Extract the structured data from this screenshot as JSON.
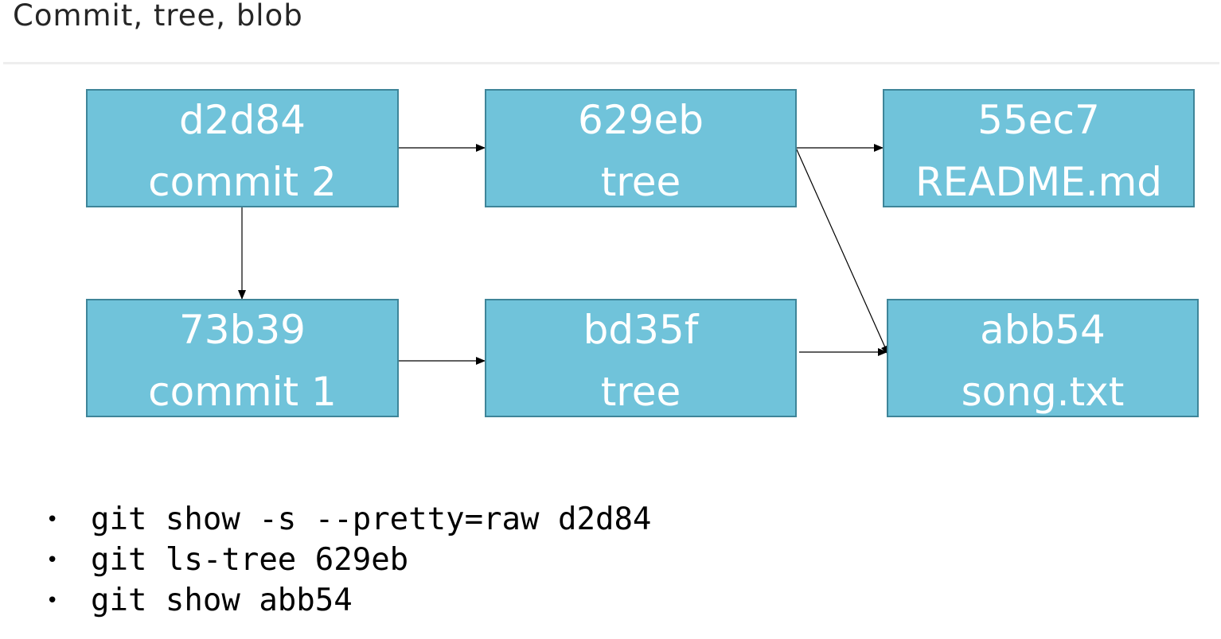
{
  "title": "Commit, tree, blob",
  "colors": {
    "node_fill": "#70c3da",
    "node_border": "#3e8599",
    "node_text": "#ffffff",
    "edge": "#000000"
  },
  "nodes": {
    "commit2": {
      "hash": "d2d84",
      "label": "commit 2"
    },
    "tree1": {
      "hash": "629eb",
      "label": "tree"
    },
    "blob_readme": {
      "hash": "55ec7",
      "label": "README.md"
    },
    "commit1": {
      "hash": "73b39",
      "label": "commit 1"
    },
    "tree2": {
      "hash": "bd35f",
      "label": "tree"
    },
    "blob_song": {
      "hash": "abb54",
      "label": "song.txt"
    }
  },
  "edges": [
    {
      "from": "commit2",
      "to": "tree1"
    },
    {
      "from": "tree1",
      "to": "blob_readme"
    },
    {
      "from": "tree1",
      "to": "blob_song"
    },
    {
      "from": "commit2",
      "to": "commit1"
    },
    {
      "from": "commit1",
      "to": "tree2"
    },
    {
      "from": "tree2",
      "to": "blob_song"
    }
  ],
  "commands": [
    {
      "bullet": "•",
      "text": "git show -s --pretty=raw d2d84"
    },
    {
      "bullet": "•",
      "text": "git ls-tree 629eb"
    },
    {
      "bullet": "•",
      "text": "git show abb54"
    }
  ]
}
